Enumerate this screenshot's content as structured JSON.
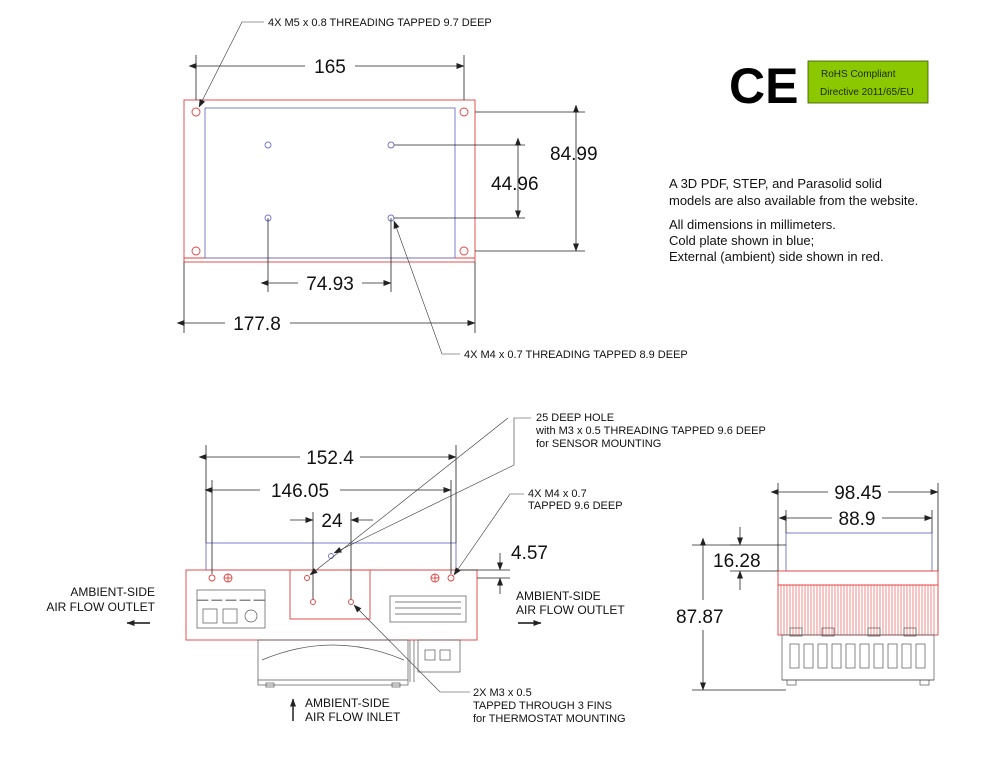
{
  "colors": {
    "ambient_red": "#e0413f",
    "cold_blue": "#6f72c8",
    "rohs_green": "#8cc800"
  },
  "badges": {
    "ce_mark": "CE",
    "rohs_line1": "RoHS Compliant",
    "rohs_line2": "Directive 2011/65/EU"
  },
  "info": {
    "line1": "A 3D PDF, STEP, and Parasolid solid",
    "line2": "models are also available from the website.",
    "line3": "All dimensions in millimeters.",
    "line4": "Cold plate shown in blue;",
    "line5": "External (ambient) side shown in red."
  },
  "top_view": {
    "dim_165": "165",
    "dim_8499": "84.99",
    "dim_4496": "44.96",
    "dim_7493": "74.93",
    "dim_1778": "177.8",
    "note_m5": "4X M5 x 0.8 THREADING TAPPED 9.7 DEEP",
    "note_m4": "4X M4 x 0.7 THREADING TAPPED 8.9 DEEP"
  },
  "front_view": {
    "dim_1524": "152.4",
    "dim_14605": "146.05",
    "dim_24": "24",
    "dim_457": "4.57",
    "note_hole_1": "25 DEEP HOLE",
    "note_hole_2": "with M3 x 0.5 THREADING TAPPED 9.6 DEEP",
    "note_hole_3": "for SENSOR MOUNTING",
    "note_m4_1": "4X M4 x 0.7",
    "note_m4_2": "TAPPED 9.6 DEEP",
    "note_m3_1": "2X M3 x 0.5",
    "note_m3_2": "TAPPED THROUGH 3 FINS",
    "note_m3_3": "for THERMOSTAT MOUNTING",
    "outlet_left_1": "AMBIENT-SIDE",
    "outlet_left_2": "AIR FLOW OUTLET",
    "outlet_right_1": "AMBIENT-SIDE",
    "outlet_right_2": "AIR FLOW OUTLET",
    "inlet_1": "AMBIENT-SIDE",
    "inlet_2": "AIR FLOW INLET"
  },
  "side_view": {
    "dim_9845": "98.45",
    "dim_889": "88.9",
    "dim_1628": "16.28",
    "dim_8787": "87.87"
  }
}
